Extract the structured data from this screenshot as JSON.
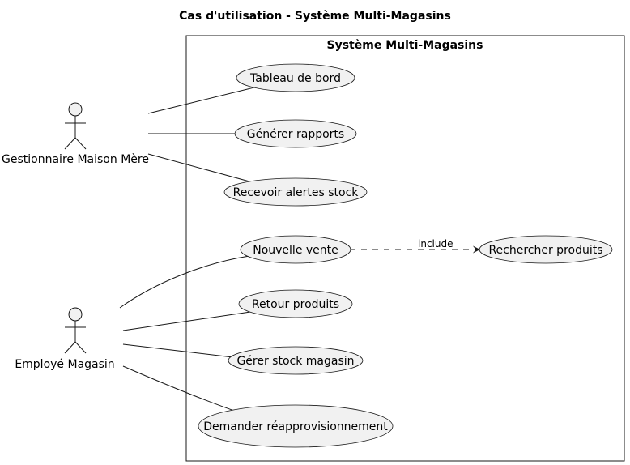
{
  "title": "Cas d'utilisation - Système Multi-Magasins",
  "system": {
    "name": "Système Multi-Magasins"
  },
  "actors": {
    "gestionnaire": "Gestionnaire Maison Mère",
    "employe": "Employé Magasin"
  },
  "use_cases": {
    "tableau_de_bord": "Tableau de bord",
    "generer_rapports": "Générer rapports",
    "recevoir_alertes": "Recevoir alertes stock",
    "nouvelle_vente": "Nouvelle vente",
    "rechercher_produits": "Rechercher produits",
    "retour_produits": "Retour produits",
    "gerer_stock": "Gérer stock magasin",
    "demander_reappro": "Demander réapprovisionnement"
  },
  "relations": {
    "include_label": "include"
  },
  "colors": {
    "use_case_fill": "#f1f1f1",
    "stroke": "#181818"
  }
}
